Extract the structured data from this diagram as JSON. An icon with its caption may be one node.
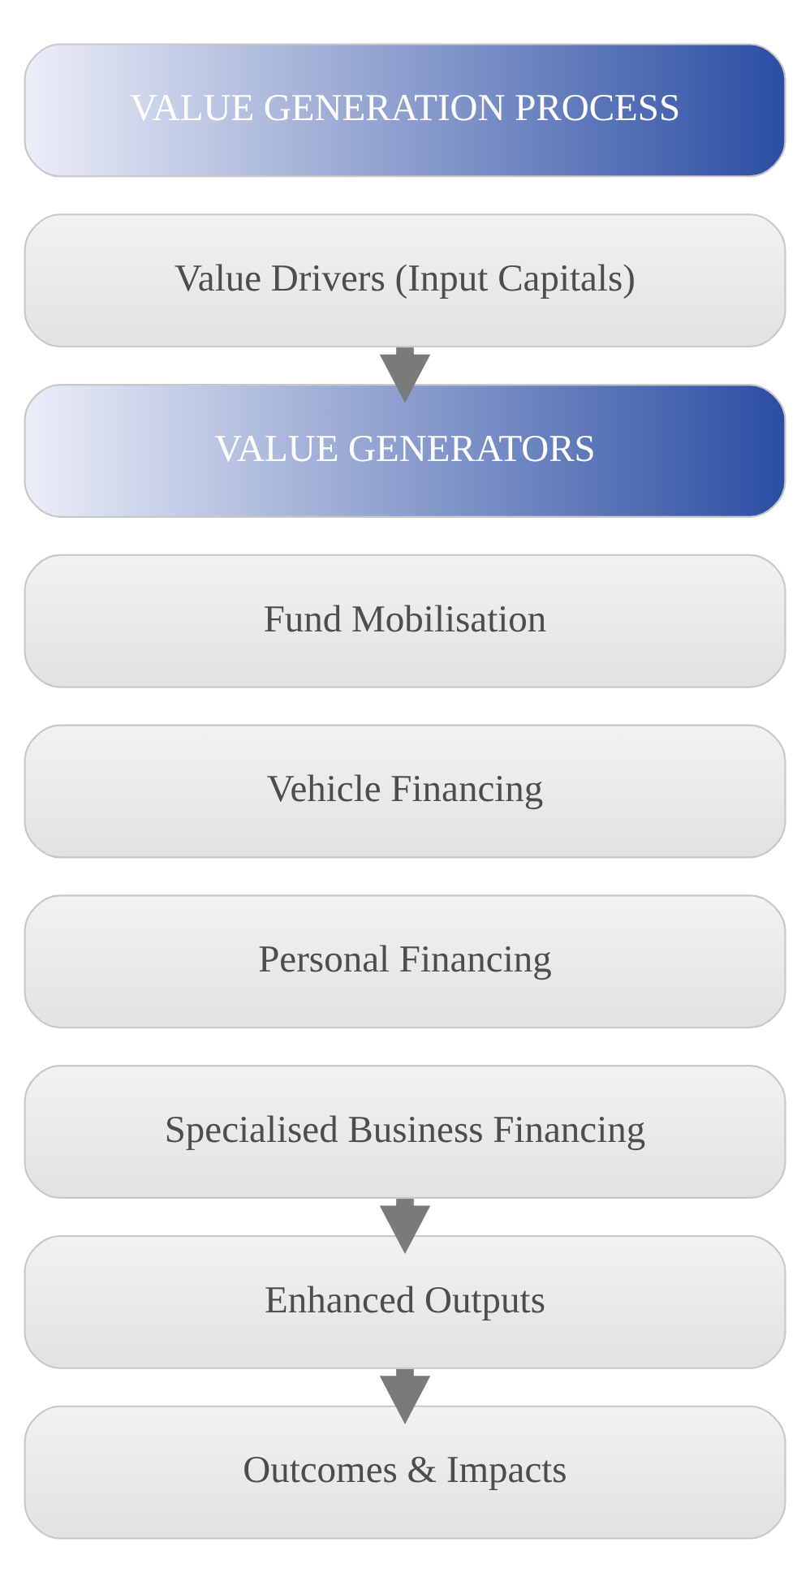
{
  "diagram": {
    "nodes": [
      {
        "text": [
          "VALUE GENERATION PROCESS"
        ]
      },
      {
        "text": [
          "Value Drivers (Input Capitals)"
        ]
      },
      {
        "text": [
          "VALUE GENERATORS"
        ]
      },
      {
        "text": [
          "Fund Mobilisation"
        ]
      },
      {
        "text": [
          "Vehicle Financing"
        ]
      },
      {
        "text": [
          "Personal Financing"
        ]
      },
      {
        "text": [
          "Specialised Business Financing"
        ]
      },
      {
        "text": [
          "Enhanced Outputs"
        ]
      },
      {
        "text": [
          "Outcomes & Impacts"
        ]
      }
    ],
    "edges": [
      {
        "from": 1,
        "to": 2,
        "arrow": "to"
      },
      {
        "from": 6,
        "to": 7,
        "arrow": "to"
      },
      {
        "from": 7,
        "to": 8,
        "arrow": "to"
      }
    ]
  }
}
